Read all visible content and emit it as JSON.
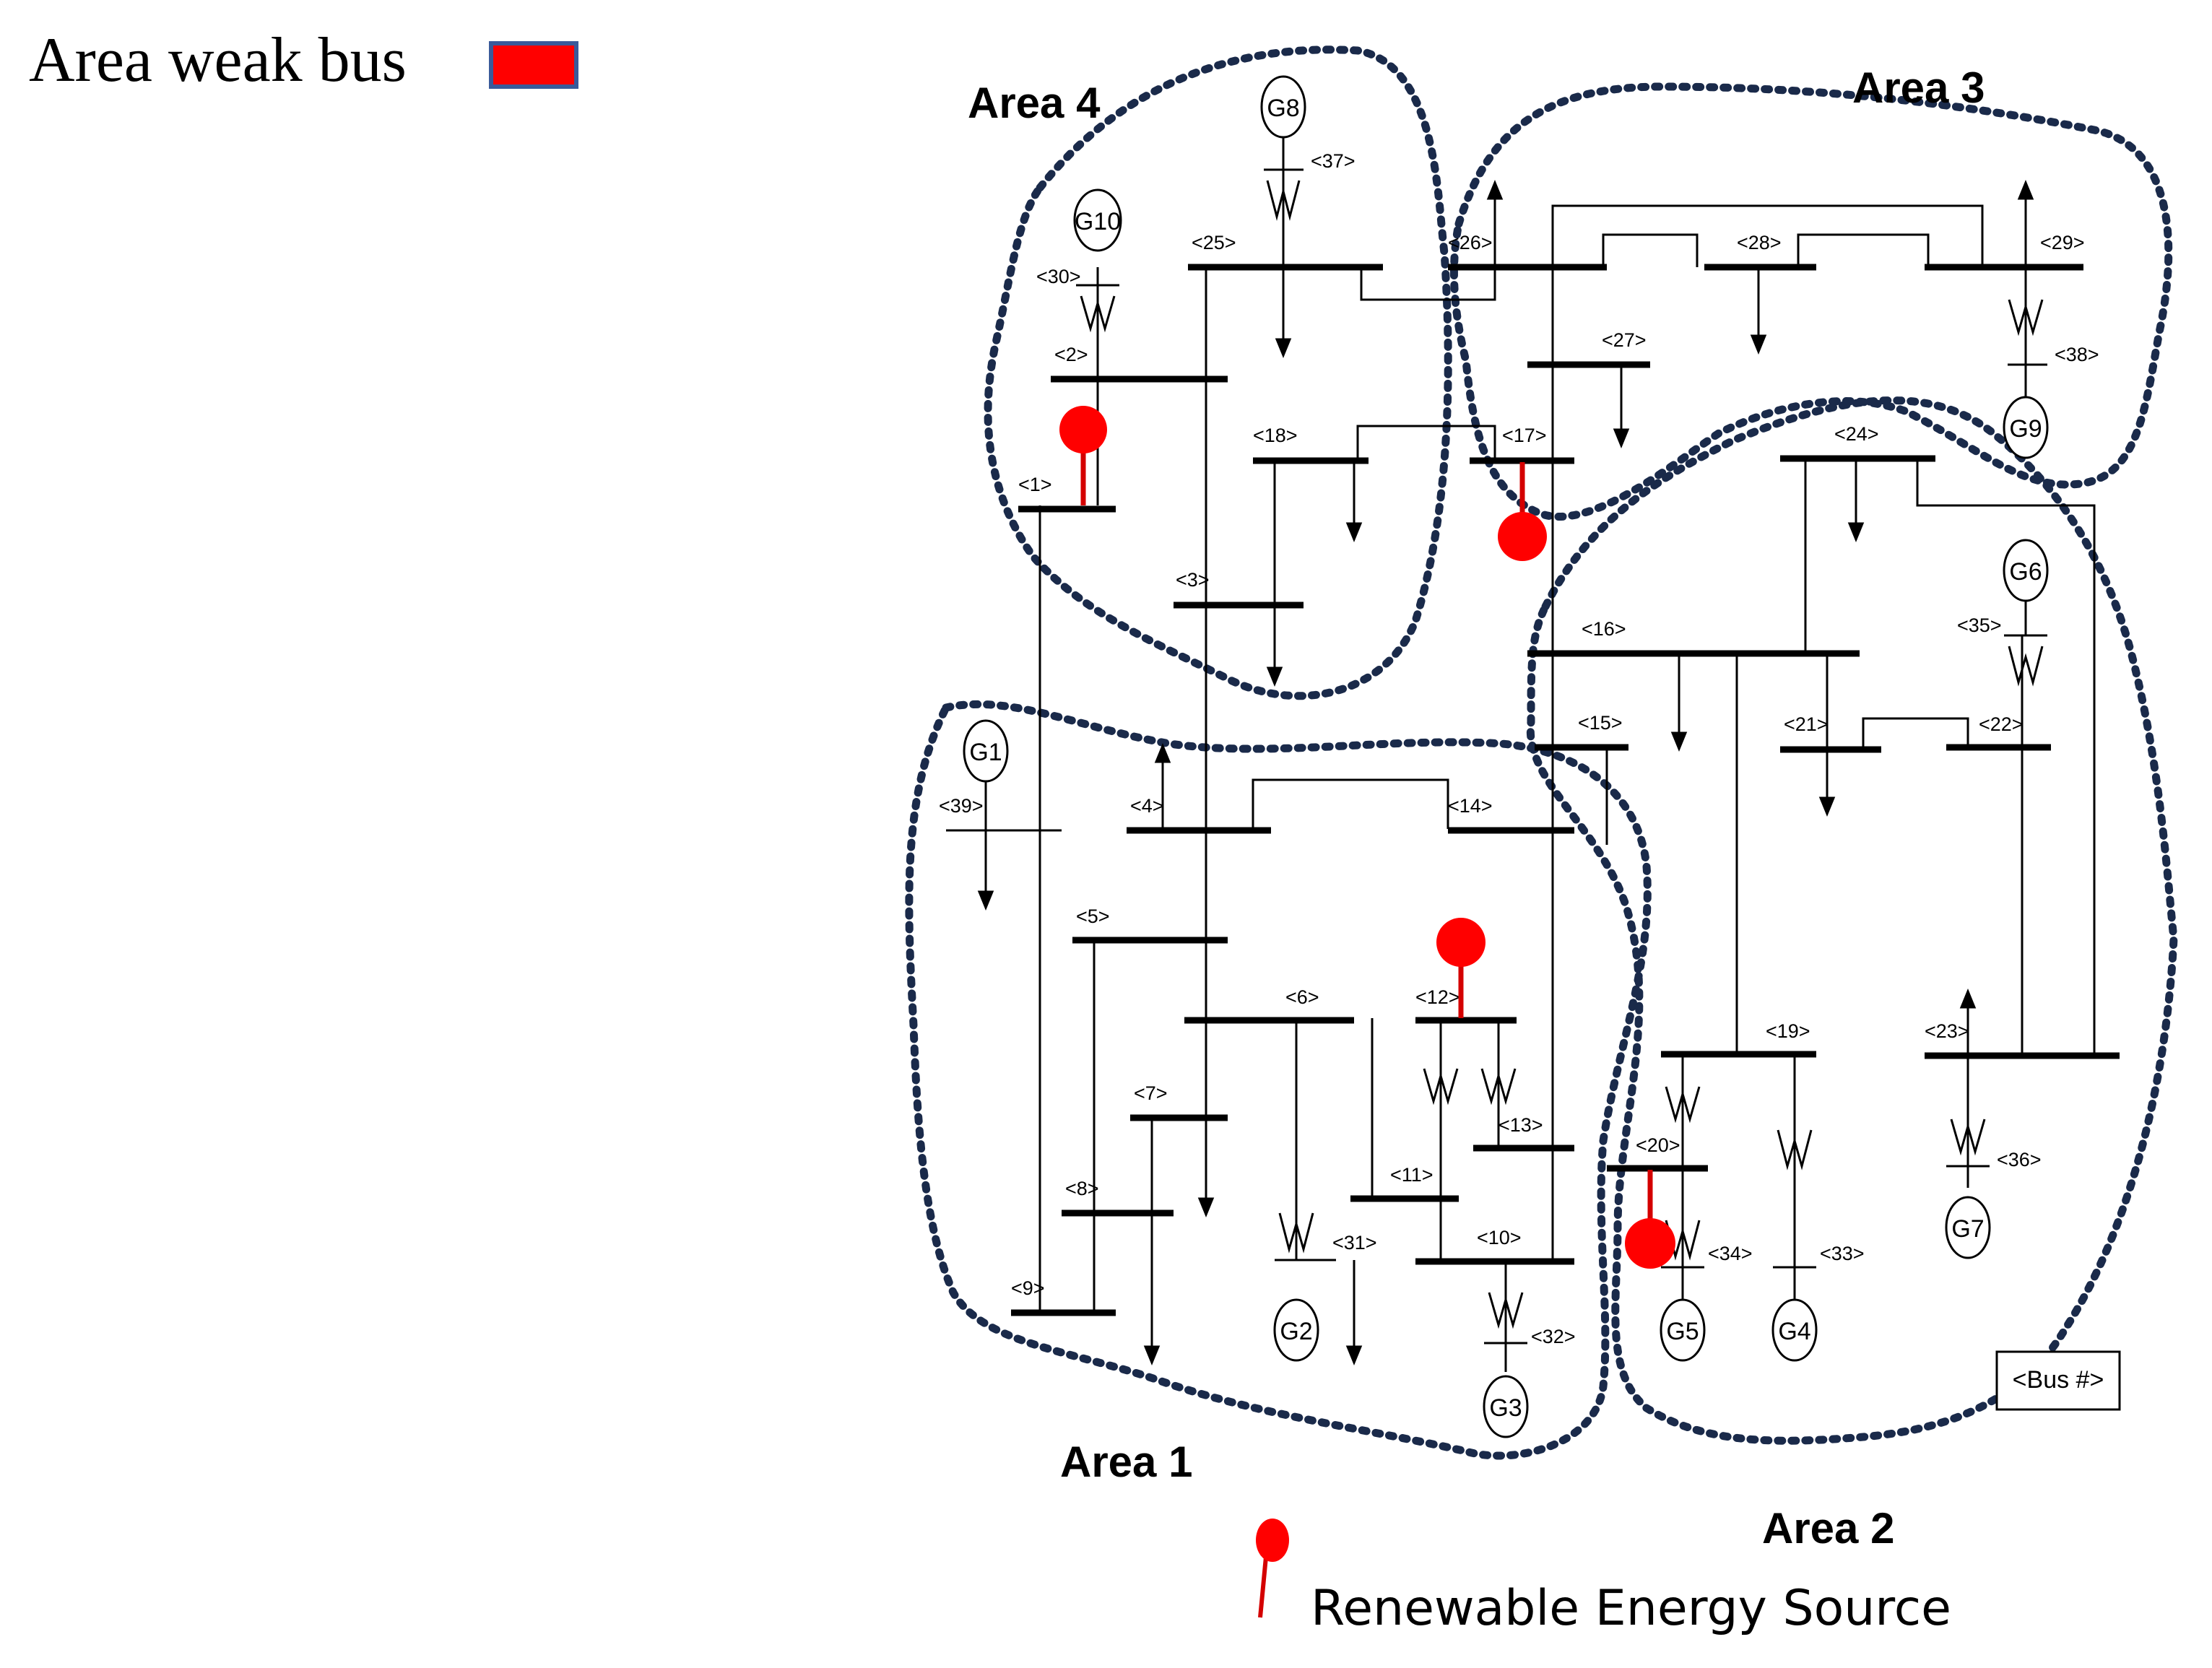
{
  "legend": {
    "weak_bus_label": "Area weak bus",
    "weak_bus_color": "#ff0000",
    "weak_bus_border": "#3a5a9a",
    "res_label": "Renewable Energy Source",
    "res_color": "#ff0000",
    "bus_number_key": "<Bus #>"
  },
  "areas": [
    {
      "id": "area1",
      "label": "Area 1"
    },
    {
      "id": "area2",
      "label": "Area 2"
    },
    {
      "id": "area3",
      "label": "Area 3"
    },
    {
      "id": "area4",
      "label": "Area 4"
    }
  ],
  "area_boundary_color": "#1a2a4a",
  "buses": [
    "<1>",
    "<2>",
    "<3>",
    "<4>",
    "<5>",
    "<6>",
    "<7>",
    "<8>",
    "<9>",
    "<10>",
    "<11>",
    "<12>",
    "<13>",
    "<14>",
    "<15>",
    "<16>",
    "<17>",
    "<18>",
    "<19>",
    "<20>",
    "<21>",
    "<22>",
    "<23>",
    "<24>",
    "<25>",
    "<26>",
    "<27>",
    "<28>",
    "<29>",
    "<30>",
    "<31>",
    "<32>",
    "<33>",
    "<34>",
    "<35>",
    "<36>",
    "<37>",
    "<38>",
    "<39>"
  ],
  "generators": [
    "G1",
    "G2",
    "G3",
    "G4",
    "G5",
    "G6",
    "G7",
    "G8",
    "G9",
    "G10"
  ],
  "renewable_sources_at": [
    "<1>",
    "<17>",
    "<12>",
    "<20>"
  ]
}
